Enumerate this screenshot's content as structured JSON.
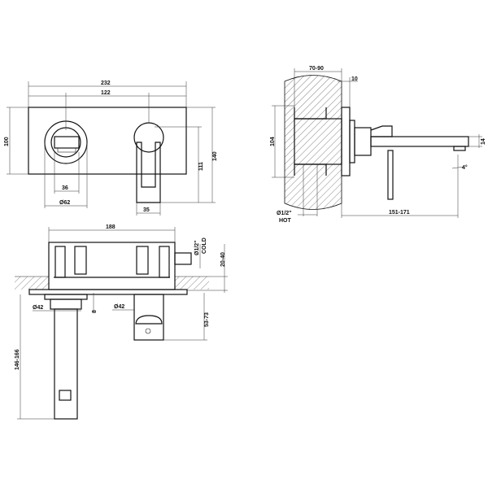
{
  "front_view": {
    "overall_width": "232",
    "center_distance": "122",
    "plate_height": "100",
    "total_height": "140",
    "lever_height": "111",
    "inner_width": "36",
    "rosette_diameter": "Ø62",
    "lever_width": "35"
  },
  "side_view": {
    "wall_depth": "70-90",
    "plate_thickness": "10",
    "body_height": "104",
    "spout_height": "14",
    "spout_angle": "4°",
    "hot_inlet": "Ø1/2\"",
    "hot_label": "HOT",
    "spout_projection": "151-171"
  },
  "top_view": {
    "box_width": "188",
    "cold_inlet": "Ø1/2\"",
    "cold_label": "COLD",
    "recess_depth": "20-40",
    "spout_rosette": "Ø42",
    "rosette_offset": "8",
    "handle_rosette": "Ø42",
    "handle_projection": "53-73",
    "spout_length": "146-166"
  },
  "colors": {
    "line": "#111111",
    "background": "#ffffff"
  }
}
